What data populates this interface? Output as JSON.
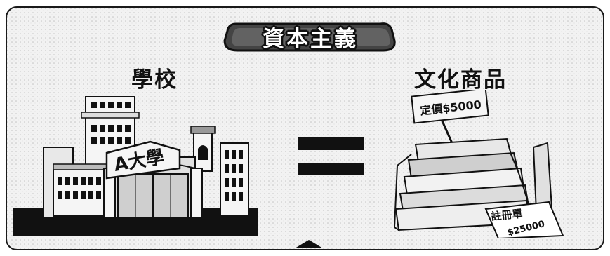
{
  "banner": {
    "title": "資本主義"
  },
  "left": {
    "heading": "學校",
    "building_sign": "A大學"
  },
  "right": {
    "heading": "文化商品",
    "price_tag": "定價$5000",
    "receipt_title": "註冊單",
    "receipt_amount": "$25000"
  },
  "colors": {
    "ink": "#111111",
    "paper": "#f2f2f2",
    "frame": "#1a1a1a"
  }
}
